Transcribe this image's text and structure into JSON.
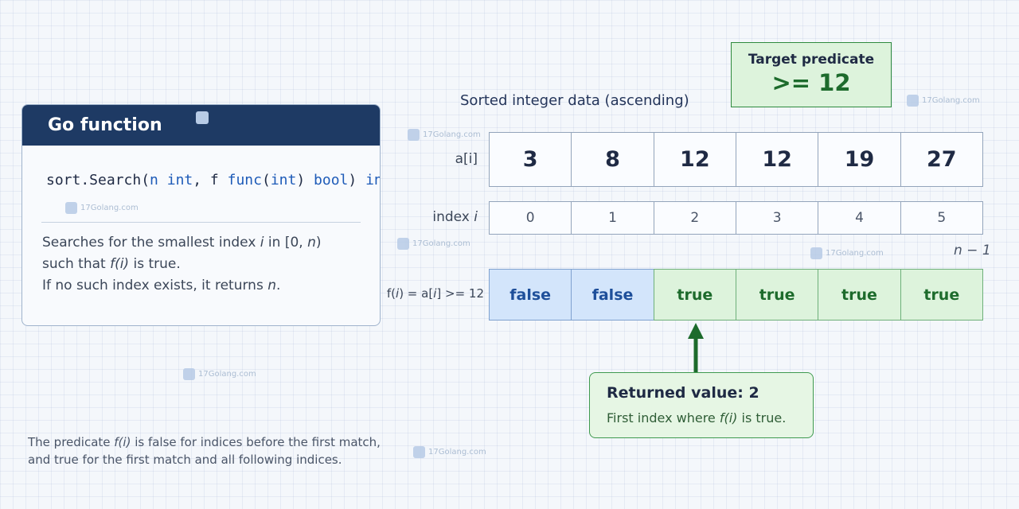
{
  "card": {
    "title": "Go function",
    "signature": {
      "p1": "sort.Search(",
      "p2": "n ",
      "p3": "int",
      "p4": ", f ",
      "p5": "func",
      "p6": "(",
      "p7": "int",
      "p8": ") ",
      "p9": "bool",
      "p10": ") ",
      "p11": "int"
    },
    "desc_lines": [
      {
        "a": "Searches for the smallest index ",
        "b": "i",
        "c": " in [0, ",
        "d": "n",
        "e": ")"
      },
      {
        "a": "such that ",
        "b": "f(i)",
        "c": " is true."
      },
      {
        "a": "If no such index exists, it returns ",
        "b": "n",
        "c": "."
      }
    ]
  },
  "bottom_note": {
    "line1": {
      "a": "The predicate ",
      "b": "f(i)",
      "c": " is false for indices before the first match,"
    },
    "line2": "and true for the first match and all following indices."
  },
  "array_title": "Sorted integer data (ascending)",
  "target": {
    "label": "Target predicate",
    "value": ">= 12"
  },
  "rows": {
    "values_label": "a[i]",
    "index_label": {
      "a": "index ",
      "b": "i"
    },
    "predicate_label": {
      "a": "f(",
      "b": "i",
      "c": ") = a[",
      "d": "i",
      "e": "] >= 12"
    }
  },
  "values": [
    "3",
    "8",
    "12",
    "12",
    "19",
    "27"
  ],
  "indices": [
    "0",
    "1",
    "2",
    "3",
    "4",
    "5"
  ],
  "predicates": [
    "false",
    "false",
    "true",
    "true",
    "true",
    "true"
  ],
  "n_minus_1": "n − 1",
  "result": {
    "title": "Returned value: 2",
    "desc": {
      "a": "First index where ",
      "b": "f(i)",
      "c": " is true."
    }
  },
  "watermark": "17Golang.com",
  "colors": {
    "false_fill": "#d3e5fb",
    "true_fill": "#ddf3dc",
    "header": "#1e3a64",
    "arrow": "#1d6b2c"
  }
}
